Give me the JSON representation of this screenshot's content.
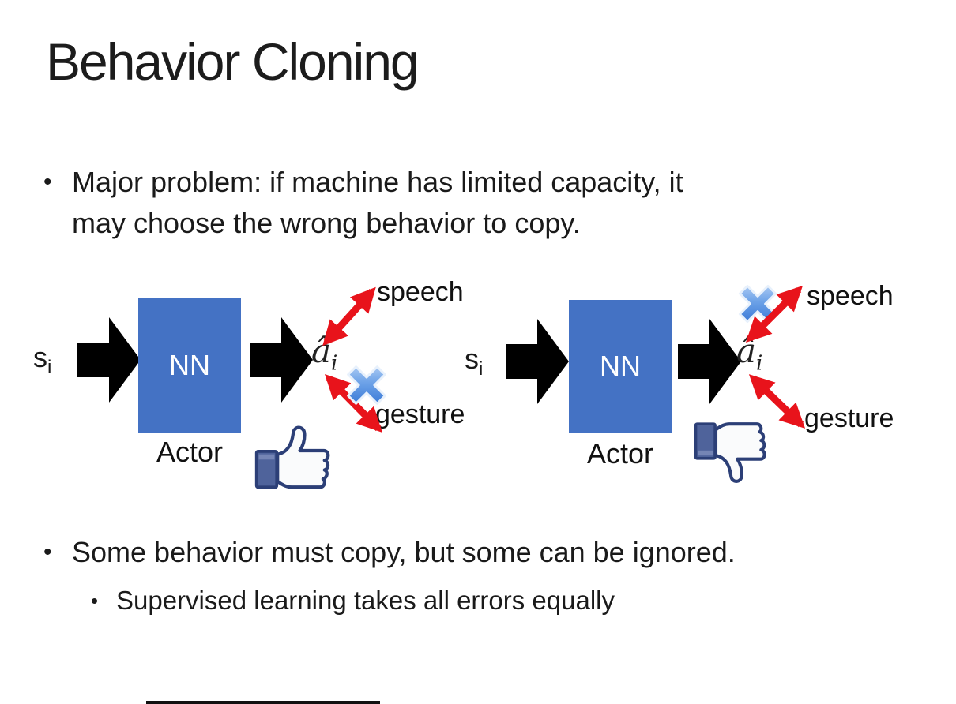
{
  "slide": {
    "title": "Behavior Cloning",
    "bullet_char": "•",
    "bullets": {
      "major_problem_line1": "Major problem: if machine has limited capacity, it",
      "major_problem_line2": "may choose the wrong behavior to copy.",
      "some_behavior": "Some behavior must copy, but some can be ignored.",
      "supervised": "Supervised learning takes all errors equally"
    }
  },
  "diagram": {
    "input_base": "s",
    "input_sub": "i",
    "nn_label": "NN",
    "actor_label": "Actor",
    "output_base": "â",
    "output_sub": "i",
    "speech_label": "speech",
    "gesture_label": "gesture"
  },
  "icons": {
    "left_feedback": "thumbs-up",
    "right_feedback": "thumbs-down",
    "crossed_out_left": "gesture",
    "crossed_out_right": "speech"
  },
  "colors": {
    "nn_box_blue": "#4472c4",
    "arrow_red": "#e8131b",
    "block_arrow_black": "#000000",
    "thumb_outline_navy": "#2c3f77",
    "thumb_cuff_blue": "#4f639b",
    "cross_blue_light": "#bcd7f7",
    "cross_blue_dark": "#2367cf",
    "text_black": "#1a1a1a"
  }
}
